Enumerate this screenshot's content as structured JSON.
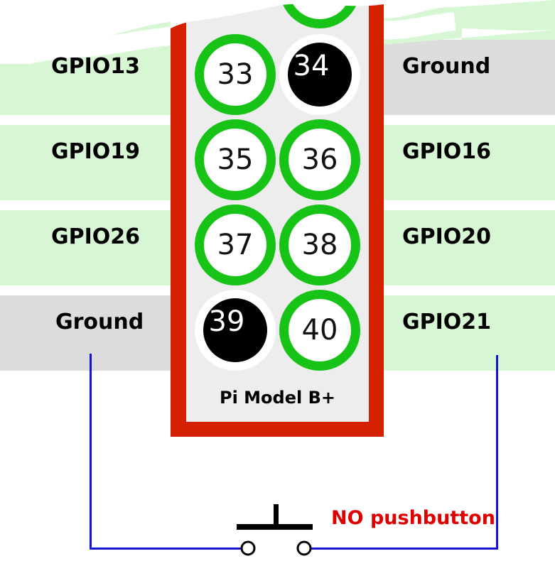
{
  "board_title": "Pi Model B+",
  "colors": {
    "gpio_band": "#d7f7d4",
    "ground_band": "#dcdcdc",
    "board_border": "#d42000",
    "gpio_ring": "#16c316",
    "ground_pin": "#000000",
    "wire": "#1414d2",
    "pushbutton_label": "#e00000"
  },
  "rows": [
    {
      "left_label": "GPIO13",
      "left_type": "gpio",
      "left_pin": "33",
      "right_pin": "34",
      "right_label": "Ground",
      "right_type": "ground"
    },
    {
      "left_label": "GPIO19",
      "left_type": "gpio",
      "left_pin": "35",
      "right_pin": "36",
      "right_label": "GPIO16",
      "right_type": "gpio"
    },
    {
      "left_label": "GPIO26",
      "left_type": "gpio",
      "left_pin": "37",
      "right_pin": "38",
      "right_label": "GPIO20",
      "right_type": "gpio"
    },
    {
      "left_label": "Ground",
      "left_type": "ground",
      "left_pin": "39",
      "right_pin": "40",
      "right_label": "GPIO21",
      "right_type": "gpio"
    }
  ],
  "pushbutton_label": "NO pushbutton"
}
